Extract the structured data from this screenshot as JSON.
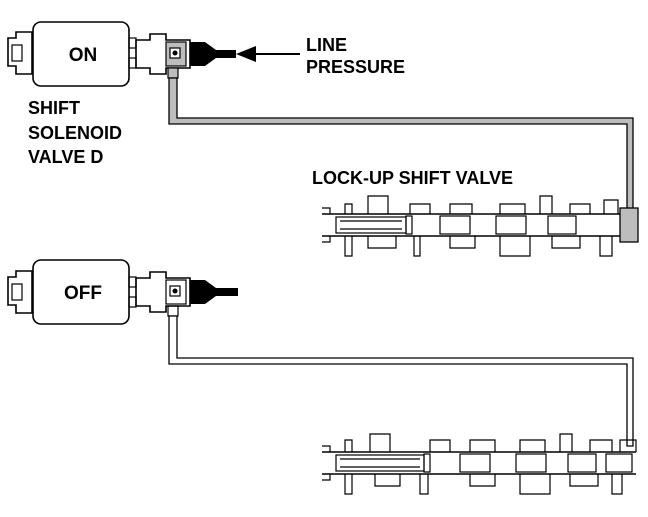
{
  "solenoid_top": {
    "state": "ON"
  },
  "solenoid_bottom": {
    "state": "OFF"
  },
  "line_pressure_label": [
    "LINE",
    "PRESSURE"
  ],
  "solenoid_name_label": [
    "SHIFT",
    "SOLENOID",
    "VALVE D"
  ],
  "valve_label": "LOCK-UP SHIFT VALVE",
  "colors": {
    "line": "#000000",
    "fluid": "#bdbdbd",
    "background": "#ffffff"
  }
}
